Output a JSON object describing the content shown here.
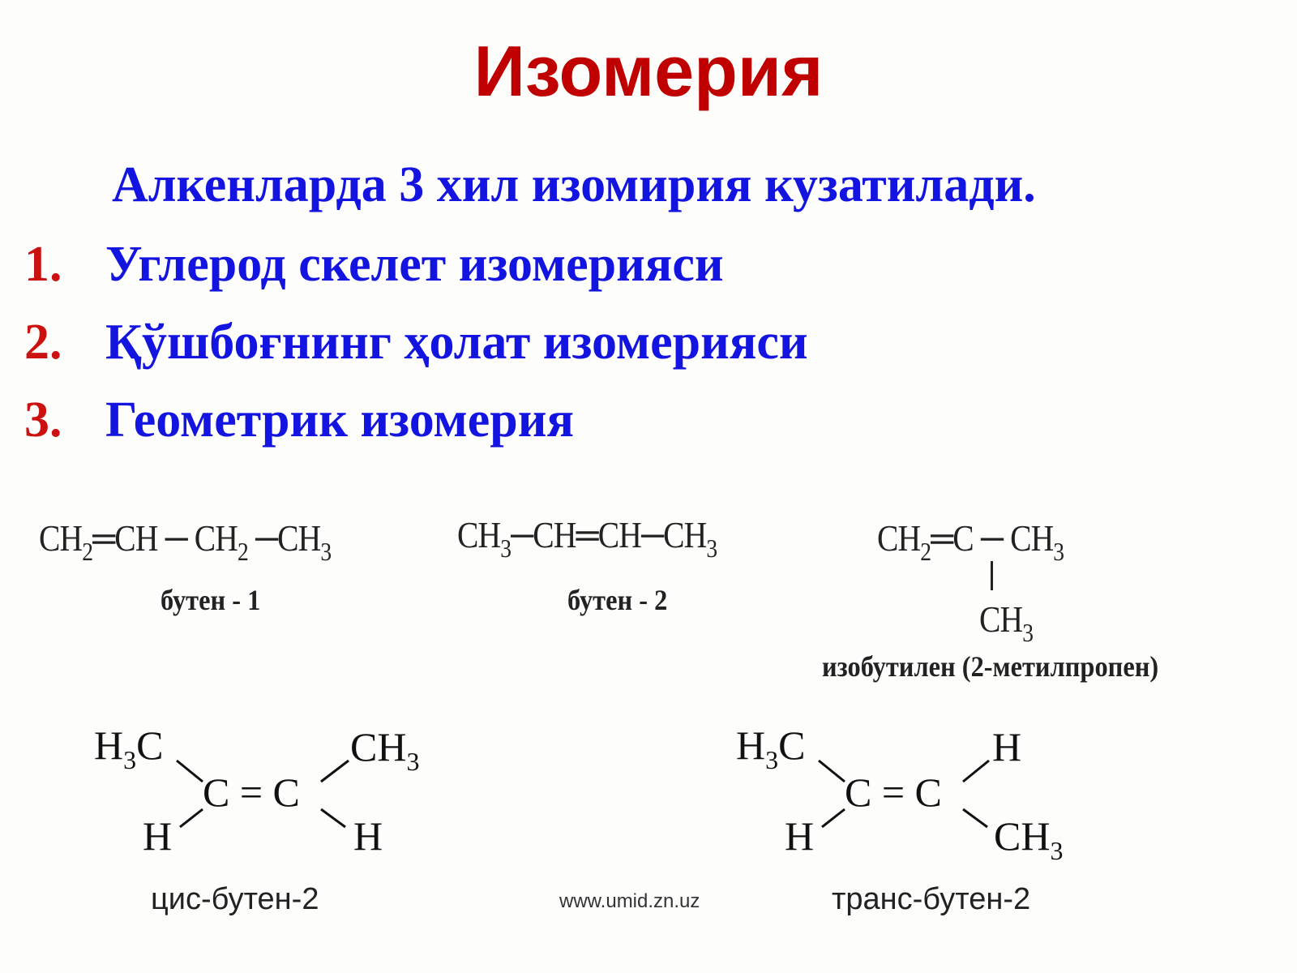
{
  "title": "Изомерия",
  "subtitle": "Алкенларда 3 хил изомирия кузатилади.",
  "list": [
    {
      "num": "1.",
      "text": "Углерод скелет изомерияси"
    },
    {
      "num": "2.",
      "text": "Қўшбоғнинг ҳолат изомерияси"
    },
    {
      "num": "3.",
      "text": "Геометрик изомерия"
    }
  ],
  "molecules": {
    "butene1": {
      "g1": "CH",
      "s1": "2",
      "b1": "═",
      "g2": "CH",
      "b2": " ─ ",
      "g3": "CH",
      "s3": "2",
      "b3": " ─",
      "g4": "CH",
      "s4": "3",
      "caption": "бутен - 1"
    },
    "butene2": {
      "g1": "CH",
      "s1": "3",
      "b1": "─",
      "g2": "CH",
      "b2": "═",
      "g3": "CH",
      "b3": "─",
      "g4": "CH",
      "s4": "3",
      "caption": "бутен - 2"
    },
    "isobutylene": {
      "g1": "CH",
      "s1": "2",
      "b1": "═",
      "g2": "C",
      "b2": " ─ ",
      "g3": "CH",
      "s3": "3",
      "branch": "CH",
      "branch_sub": "3",
      "caption": "изобутилен  (2-метилпропен)"
    },
    "cis": {
      "tl": "H",
      "tl_sub": "3",
      "tl_end": "C",
      "tr": "CH",
      "tr_sub": "3",
      "bl": "H",
      "br": "H",
      "center": "C = C",
      "caption": "цис-бутен-2"
    },
    "trans": {
      "tl": "H",
      "tl_sub": "3",
      "tl_end": "C",
      "tr": "H",
      "bl": "H",
      "br": "CH",
      "br_sub": "3",
      "center": "C = C",
      "caption": "транс-бутен-2"
    }
  },
  "watermark": "www.umid.zn.uz",
  "colors": {
    "title": "#c00000",
    "subtitle": "#1414e0",
    "number": "#cc1111",
    "list_text": "#1414e0"
  }
}
